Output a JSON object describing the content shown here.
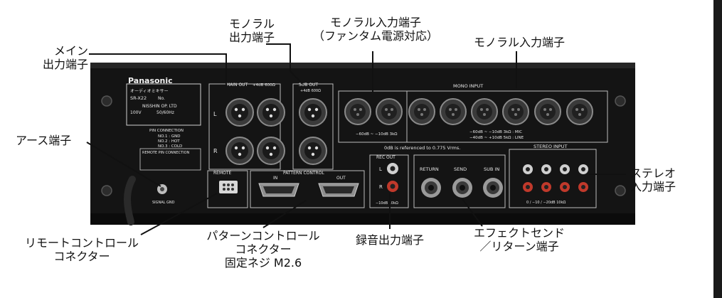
{
  "panel": {
    "brand": "Panasonic",
    "model_line1": "オーディオミキサー",
    "model_line2": "SR-X22",
    "no_label": "No.",
    "company": "NISSHIN OP. LTD",
    "voltage": "100V",
    "freq": "50/60Hz",
    "main_out_label": "MAIN OUT",
    "main_out_level": "+4dB 600Ω",
    "sub_out_label": "SUB OUT",
    "sub_out_level": "+4dB 600Ω",
    "mono_input_label": "MONO INPUT",
    "mono_level_left": "−60dB ~ −10dB 3kΩ",
    "mono_level_right1": "−60dB ~ −10dB 3kΩ : MIC",
    "mono_level_right2": "−40dB ~ +10dB 5kΩ : LINE",
    "reference": "0dB is referenced to 0.775 Vrms.",
    "pin_title": "PIN CONNECTION",
    "pin_lines": [
      "NO.1 : GND",
      "NO.2 : HOT",
      "NO.3 : COLD"
    ],
    "remote_pin_title": "REMOTE PIN CONNECTION",
    "remote_label": "REMOTE",
    "pattern_label": "PATTERN CONTROL",
    "pattern_in": "IN",
    "pattern_out": "OUT",
    "rec_out_label": "REC OUT",
    "rec_l": "L",
    "rec_r": "R",
    "rec_level": "−10dB 10kΩ",
    "return_label": "RETURN",
    "send_label": "SEND",
    "sub_in_label": "SUB IN",
    "stereo_input_label": "STEREO INPUT",
    "stereo_level": "0 / −10 / −20dB 10kΩ",
    "signal_gnd": "SIGNAL GND",
    "side_l": "L",
    "side_r": "R"
  },
  "callouts": {
    "main_out": [
      "メイン",
      "出力端子"
    ],
    "mono_out": [
      "モノラル",
      "出力端子"
    ],
    "mono_phantom": [
      "モノラル入力端子",
      "（ファンタム電源対応）"
    ],
    "mono_in": [
      "モノラル入力端子"
    ],
    "earth": [
      "アース端子"
    ],
    "stereo": [
      "ステレオ",
      "入力端子"
    ],
    "remote": [
      "リモートコントロール",
      "コネクター"
    ],
    "pattern": [
      "パターンコントロール",
      "コネクター",
      "固定ネジ M2.6"
    ],
    "rec": [
      "録音出力端子"
    ],
    "effect": [
      "エフェクトセンド",
      "／リターン端子"
    ]
  },
  "colors": {
    "panel": "#141414",
    "rca_red": "#c0392b"
  }
}
